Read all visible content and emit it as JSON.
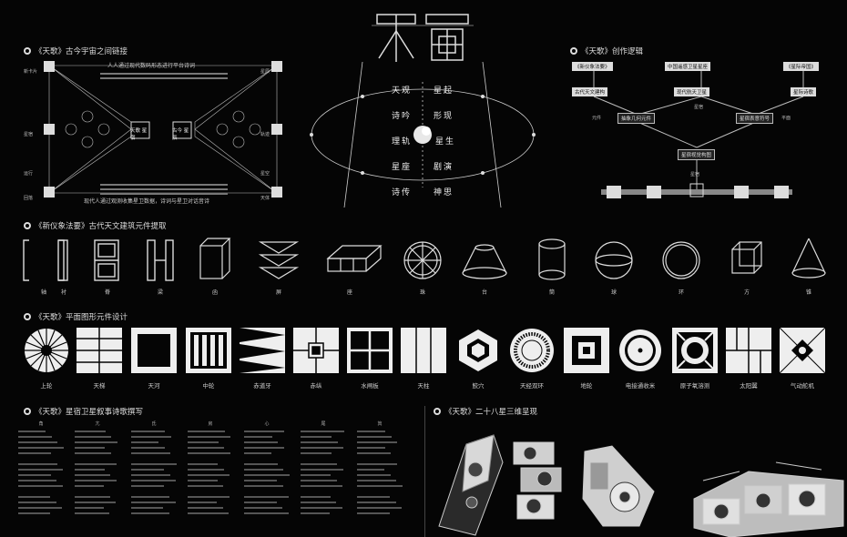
{
  "sections": {
    "connect": "《天歌》古今宇宙之间链接",
    "logic": "《天歌》创作逻辑",
    "glyphs": "《新仪象法要》古代天文建筑元件提取",
    "plane": "《天歌》平面图形元件设计",
    "poems": "《天歌》星宿卫星叙事诗歌撰写",
    "threeD": "《天歌》二十八星三维呈现"
  },
  "connect": {
    "subtitle": "人人通过现代数码形态进行平台诗词",
    "left_nodes": [
      "新卡片",
      "星宿",
      "运行",
      "回落"
    ],
    "right_nodes": [
      "星辰",
      "轨迹",
      "星空",
      "天体"
    ],
    "center_left": "天歌 星宿",
    "center_right": "古今 星辰",
    "footer": "现代人通过观测收集星卫数据，诗词与星卫对话音诗"
  },
  "ring": {
    "rows": [
      [
        "天观",
        "星起"
      ],
      [
        "诗吟",
        "形现"
      ],
      [
        "理轨",
        "星生"
      ],
      [
        "星座",
        "剧演"
      ],
      [
        "诗传",
        "神思"
      ]
    ]
  },
  "logic": {
    "top_tags": [
      "《新仪象法要》",
      "中国遥感卫星星座",
      "《星际帝国》"
    ],
    "mid_tags": [
      "古代天文建构",
      "现代航天卫星",
      "星际诗歌"
    ],
    "left_box": "抽象几何元件",
    "right_box": "星宿表意符号",
    "center_box": "星宿视觉构图",
    "side_labels": [
      "元件",
      "星宿",
      "平面"
    ],
    "bottom_label": "星宿"
  },
  "glyph_labels": [
    "轴",
    "衬",
    "脊",
    "梁",
    "函",
    "屏",
    "座",
    "珠",
    "台",
    "筒",
    "球",
    "环",
    "方",
    "锥"
  ],
  "tile_labels": [
    "上轮",
    "天梯",
    "天河",
    "中轮",
    "赤道牙",
    "赤纵",
    "水闸板",
    "天柱",
    "鲛穴",
    "天经双环",
    "地轮",
    "电接通收米",
    "原子氧溶测",
    "太阳翼",
    "气动舵机"
  ],
  "poem_headers": [
    "角",
    "亢",
    "氐",
    "房",
    "心",
    "尾",
    "箕"
  ]
}
